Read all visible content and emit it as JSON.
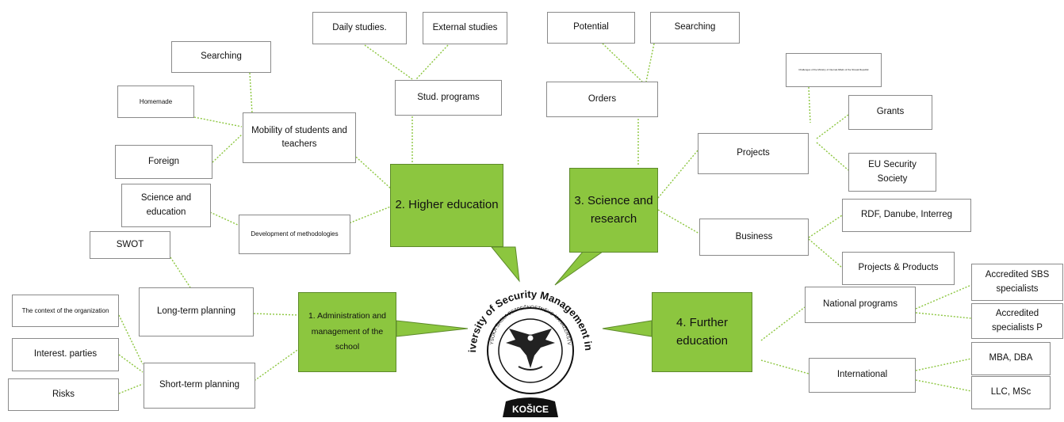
{
  "center": {
    "name_arc": "The University of Security Management in Košice",
    "seal_arc": "VYSOKÁ ŠKOLA BEZPEČNOSTNÉHO MANAŽÉRSTVA",
    "city": "KOŠICE"
  },
  "pillars": {
    "administration": "1. Administration and management of the school",
    "higher_education": "2. Higher education",
    "science_research": "3. Science and research",
    "further_education": "4. Further education"
  },
  "higher_education": {
    "stud_programs": "Stud. programs",
    "daily_studies": "Daily studies.",
    "external_studies": "External studies",
    "mobility": "Mobility of students and teachers",
    "searching": "Searching",
    "homemade": "Homemade",
    "foreign": "Foreign",
    "methodologies": "Development of methodologies",
    "science_education": "Science and education"
  },
  "science_research": {
    "orders": "Orders",
    "potential": "Potential",
    "searching": "Searching",
    "projects": "Projects",
    "tiny_note": "Challenges of the Ministry of Internal Affairs of the Slovak Republic",
    "grants": "Grants",
    "eu_security": "EU Security Society",
    "business": "Business",
    "rdf": "RDF, Danube, Interreg",
    "projects_products": "Projects & Products"
  },
  "further_education": {
    "national_programs": "National programs",
    "accredited_sbs": "Accredited SBS specialists",
    "accredited_p": "Accredited specialists P",
    "international": "International",
    "mba": "MBA, DBA",
    "llc": "LLC, MSc"
  },
  "administration": {
    "long_term": "Long-term planning",
    "swot": "SWOT",
    "short_term": "Short-term planning",
    "context": "The context of the organization",
    "interest_parties": "Interest. parties",
    "risks": "Risks"
  }
}
